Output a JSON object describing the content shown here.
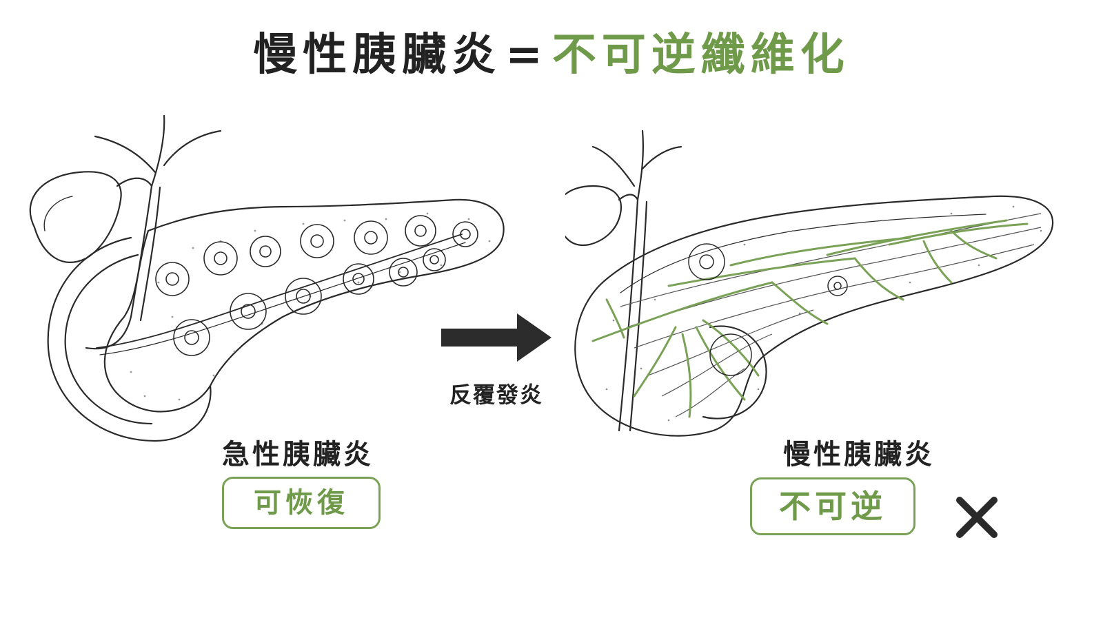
{
  "title": {
    "left": "慢性胰臟炎",
    "equals": "=",
    "right": "不可逆纖維化"
  },
  "arrow_label": "反覆發炎",
  "acute": {
    "label": "急性胰臟炎",
    "badge": "可恢復"
  },
  "chronic": {
    "label": "慢性胰臟炎",
    "badge": "不可逆"
  },
  "colors": {
    "accent_green": "#6f9a4a",
    "ink": "#222222",
    "border_green": "#7aa257"
  },
  "icons": {
    "arrow": "right-arrow-icon",
    "cross": "x-mark-icon"
  }
}
